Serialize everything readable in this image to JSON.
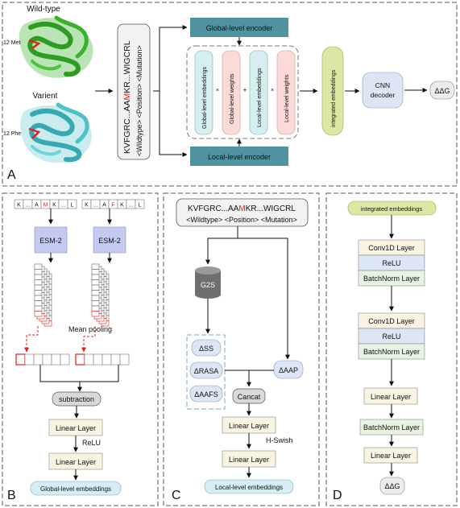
{
  "panel_a": {
    "letter": "A",
    "wild_type": "Wild-type",
    "variant": "Varient",
    "met_label": "12 Met",
    "phe_label": "12 Phe",
    "seq_prefix": "KVFGRC...AA",
    "seq_mut": "M",
    "seq_suffix": "KR...WIGCRL",
    "seq_sub": "<Wildtype>  <Position>  <Mutation>",
    "global_encoder": "Global-level encoder",
    "local_encoder": "Local-level encoder",
    "global_embeddings": "Global-level embeddings",
    "global_weights": "Global-level weights",
    "local_embeddings": "Local-level embeddings",
    "local_weights": "Local-level weights",
    "op_times": "×",
    "op_plus": "+",
    "integrated": "integrated embeddings",
    "cnn_decoder": "CNN decoder",
    "ddg": "ΔΔG"
  },
  "panel_b": {
    "letter": "B",
    "seq_left": [
      "K",
      "...",
      "A",
      "M",
      "K",
      "...",
      "L"
    ],
    "seq_right": [
      "K",
      "...",
      "A",
      "F",
      "K",
      "...",
      "L"
    ],
    "esm_left": "ESM-2",
    "esm_right": "ESM-2",
    "mean_pooling": "Mean pooling",
    "subtraction": "subtraction",
    "linear1": "Linear Layer",
    "relu": "ReLU",
    "linear2": "Linear Layer",
    "output": "Global-level embeddings"
  },
  "panel_c": {
    "letter": "C",
    "seq_prefix": "KVFGRC...AA",
    "seq_mut": "M",
    "seq_suffix": "KR...WIGCRL",
    "seq_sub": "<Wildtype>  <Position>  <Mutation>",
    "g2s": "G2S",
    "dss": "ΔSS",
    "drasa": "ΔRASA",
    "daafs": "ΔAAFS",
    "daap": "ΔAAP",
    "concat": "Cancat",
    "linear1": "Linear Layer",
    "hswish": "H-Swish",
    "linear2": "Linear Layer",
    "output": "Local-level embeddings"
  },
  "panel_d": {
    "letter": "D",
    "input": "integrated embeddings",
    "conv1": "Conv1D Layer",
    "relu1": "ReLU",
    "bn1": "BatchNorm Layer",
    "conv2": "Conv1D Layer",
    "relu2": "ReLU",
    "bn2": "BatchNorm Layer",
    "linear1": "Linear Layer",
    "bn3": "BatchNorm Layer",
    "linear2": "Linear Layer",
    "ddg": "ΔΔG"
  },
  "colors": {
    "encoder_teal": "#4f93a0",
    "esm_lavender": "#c5cbf0",
    "linear_cream": "#f8f4e1",
    "relu_blue": "#dde6f4",
    "bn_green": "#e7f4e2",
    "output_cyan": "#d4eef4",
    "integrated_green": "#dbe8a4",
    "weights_pink": "#fbdad7",
    "embed_cyan": "#d5eef0",
    "mutation_red": "#e02020",
    "wildtype_protein": "#3bb22e",
    "variant_protein": "#4fc1c9"
  }
}
